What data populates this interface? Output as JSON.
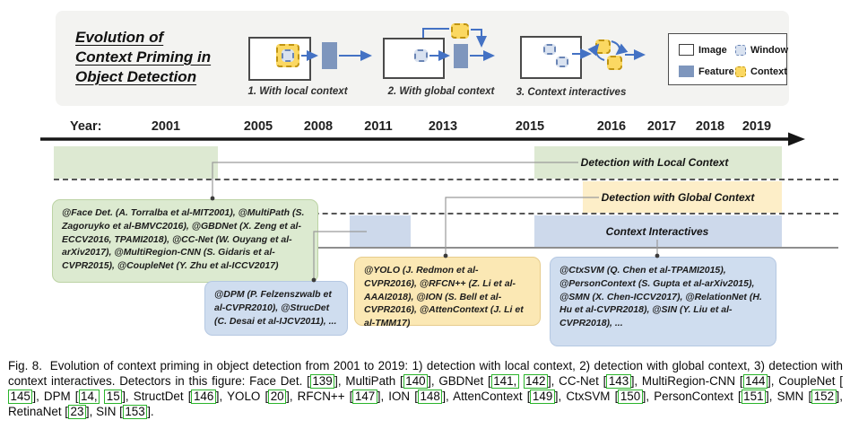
{
  "header": {
    "title_lines": [
      "Evolution of",
      "Context Priming in",
      "Object Detection"
    ],
    "diagram_captions": [
      "1. With local context",
      "2. With global context",
      "3. Context interactives"
    ],
    "legend": [
      {
        "label": "Image",
        "swatch": "image"
      },
      {
        "label": "Window",
        "swatch": "window"
      },
      {
        "label": "Feature",
        "swatch": "feature"
      },
      {
        "label": "Context",
        "swatch": "context"
      }
    ]
  },
  "timeline": {
    "axis_label": "Year:",
    "years": [
      "2001",
      "2005",
      "2008",
      "2011",
      "2013",
      "2015",
      "2016",
      "2017",
      "2018",
      "2019"
    ],
    "row_labels": {
      "local": "Detection with Local Context",
      "global": "Detection with Global Context",
      "interactives": "Context Interactives"
    }
  },
  "method_boxes": {
    "local_context": "@Face Det. (A. Torralba et al-MIT2001), @MultiPath (S. Zagoruyko et al-BMVC2016), @GBDNet (X. Zeng et al-ECCV2016, TPAMI2018), @CC-Net (W. Ouyang et al-arXiv2017), @MultiRegion-CNN (S. Gidaris et al-CVPR2015), @CoupleNet (Y. Zhu et al-ICCV2017)",
    "dpm": "@DPM (P. Felzenszwalb et al-CVPR2010), @StrucDet (C. Desai et al-IJCV2011), ...",
    "global_context": "@YOLO (J. Redmon et al-CVPR2016), @RFCN++ (Z. Li et al-AAAI2018), @ION (S. Bell et al-CVPR2016), @AttenContext (J. Li et al-TMM17)",
    "context_interactives": "@CtxSVM (Q. Chen et al-TPAMI2015), @PersonContext (S. Gupta et al-arXiv2015), @SMN (X. Chen-ICCV2017), @RelationNet (H. Hu et al-CVPR2018), @SIN (Y. Liu et al-CVPR2018), ..."
  },
  "caption": {
    "segments": [
      {
        "text": "Fig. 8.  Evolution of context priming in object detection from 2001 to 2019: 1) detection with local context, 2) detection with global context, 3) detection with context interactives. Detectors in this figure: Face Det. ["
      },
      {
        "ref": "139"
      },
      {
        "text": "], MultiPath ["
      },
      {
        "ref": "140"
      },
      {
        "text": "], GBDNet ["
      },
      {
        "ref": "141,"
      },
      {
        "text": " "
      },
      {
        "ref": "142"
      },
      {
        "text": "], CC-Net ["
      },
      {
        "ref": "143"
      },
      {
        "text": "], MultiRegion-CNN ["
      },
      {
        "ref": "144"
      },
      {
        "text": "], CoupleNet ["
      },
      {
        "ref": "145"
      },
      {
        "text": "], DPM ["
      },
      {
        "ref": "14,"
      },
      {
        "text": " "
      },
      {
        "ref": "15"
      },
      {
        "text": "], StructDet ["
      },
      {
        "ref": "146"
      },
      {
        "text": "], YOLO ["
      },
      {
        "ref": "20"
      },
      {
        "text": "], RFCN++ ["
      },
      {
        "ref": "147"
      },
      {
        "text": "], ION ["
      },
      {
        "ref": "148"
      },
      {
        "text": "], AttenContext ["
      },
      {
        "ref": "149"
      },
      {
        "text": "], CtxSVM ["
      },
      {
        "ref": "150"
      },
      {
        "text": "], PersonContext ["
      },
      {
        "ref": "151"
      },
      {
        "text": "], SMN ["
      },
      {
        "ref": "152"
      },
      {
        "text": "], RetinaNet ["
      },
      {
        "ref": "23"
      },
      {
        "text": "], SIN ["
      },
      {
        "ref": "153"
      },
      {
        "text": "]."
      }
    ]
  },
  "colors": {
    "band_green": "#dde9d2",
    "band_yellow": "#fdeec8",
    "band_blue": "#cdd9eb",
    "box_green": "#dcead0",
    "box_blue": "#cfddef",
    "box_yellow": "#fbe8b4",
    "arrow_blue": "#4472c4",
    "feature_fill": "#7e96bd",
    "window_fill": "#d9e2f0",
    "context_fill": "#fbd862",
    "ref_box_green": "#2ab42a"
  }
}
